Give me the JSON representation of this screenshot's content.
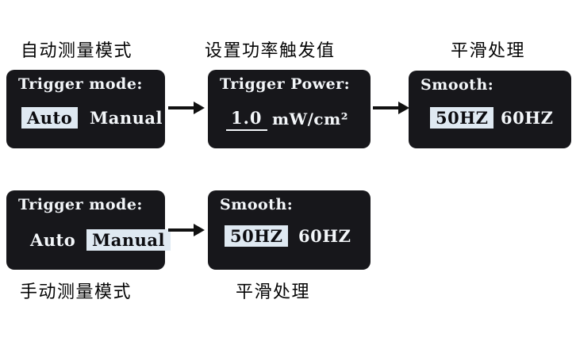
{
  "colors": {
    "page-bg": "#ffffff",
    "screen-bg": "#17171b",
    "screen-text": "#f3f6f9",
    "highlight-bg": "#dfe9f2",
    "highlight-text": "#0c0c10",
    "label-text": "#050505",
    "arrow-color": "#111111"
  },
  "flows": {
    "auto": {
      "caption_mode": "自动测量模式",
      "caption_power": "设置功率触发值",
      "caption_smooth": "平滑处理",
      "screen_mode": {
        "title": "Trigger mode:",
        "option_auto": "Auto",
        "option_manual": "Manual",
        "selected": "Auto"
      },
      "screen_power": {
        "title": "Trigger Power:",
        "value": "1.0",
        "unit": "mW/cm²"
      },
      "screen_smooth": {
        "title": "Smooth:",
        "option_50": "50HZ",
        "option_60": "60HZ",
        "selected": "50HZ"
      }
    },
    "manual": {
      "caption_mode": "手动测量模式",
      "caption_smooth": "平滑处理",
      "screen_mode": {
        "title": "Trigger mode:",
        "option_auto": "Auto",
        "option_manual": "Manual",
        "selected": "Manual"
      },
      "screen_smooth": {
        "title": "Smooth:",
        "option_50": "50HZ",
        "option_60": "60HZ",
        "selected": "50HZ"
      }
    }
  }
}
